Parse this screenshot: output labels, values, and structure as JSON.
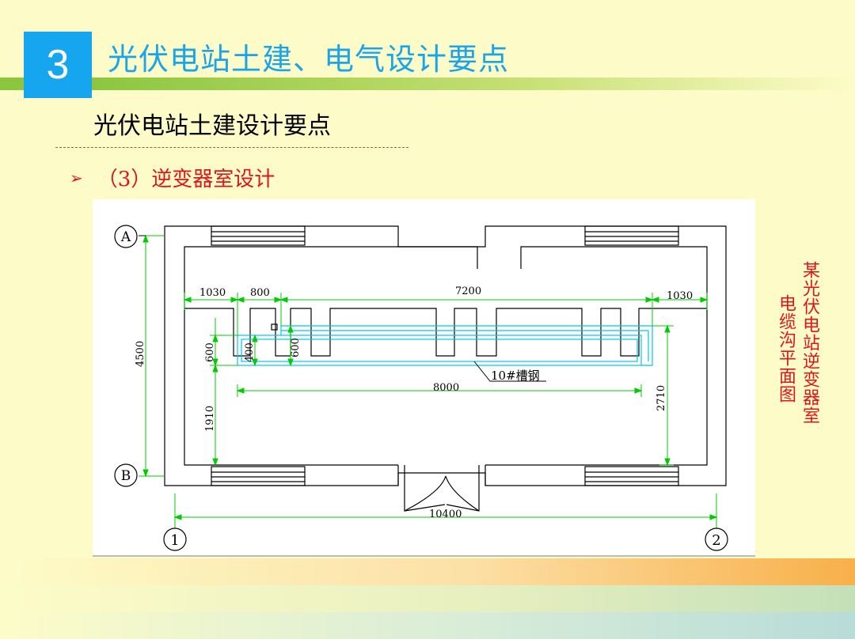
{
  "slide": {
    "section_number": "3",
    "title": "光伏电站土建、电气设计要点",
    "subtitle": "光伏电站土建设计要点",
    "bullet": "（3）逆变器室设计",
    "bullet_marker": "➢",
    "caption_col1": "某光伏电站逆变器室",
    "caption_col2": "电缆沟平面图"
  },
  "drawing": {
    "axis_a": "A",
    "axis_b": "B",
    "axis_1": "1",
    "axis_2": "2",
    "dims": {
      "d1030_left": "1030",
      "d800": "800",
      "d7200": "7200",
      "d1030_right": "1030",
      "d4500": "4500",
      "d600_a": "600",
      "d400": "400",
      "d600_b": "600",
      "d8000": "8000",
      "d1910": "1910",
      "d2710": "2710",
      "d10400": "10400"
    },
    "label_channel": "10#槽钢"
  },
  "colors": {
    "accent_blue": "#16a6f0",
    "band_green": "#8cc63f",
    "caption_red": "#e0141c",
    "dim_green": "#00cc00",
    "channel_cyan": "#00c8e8"
  }
}
